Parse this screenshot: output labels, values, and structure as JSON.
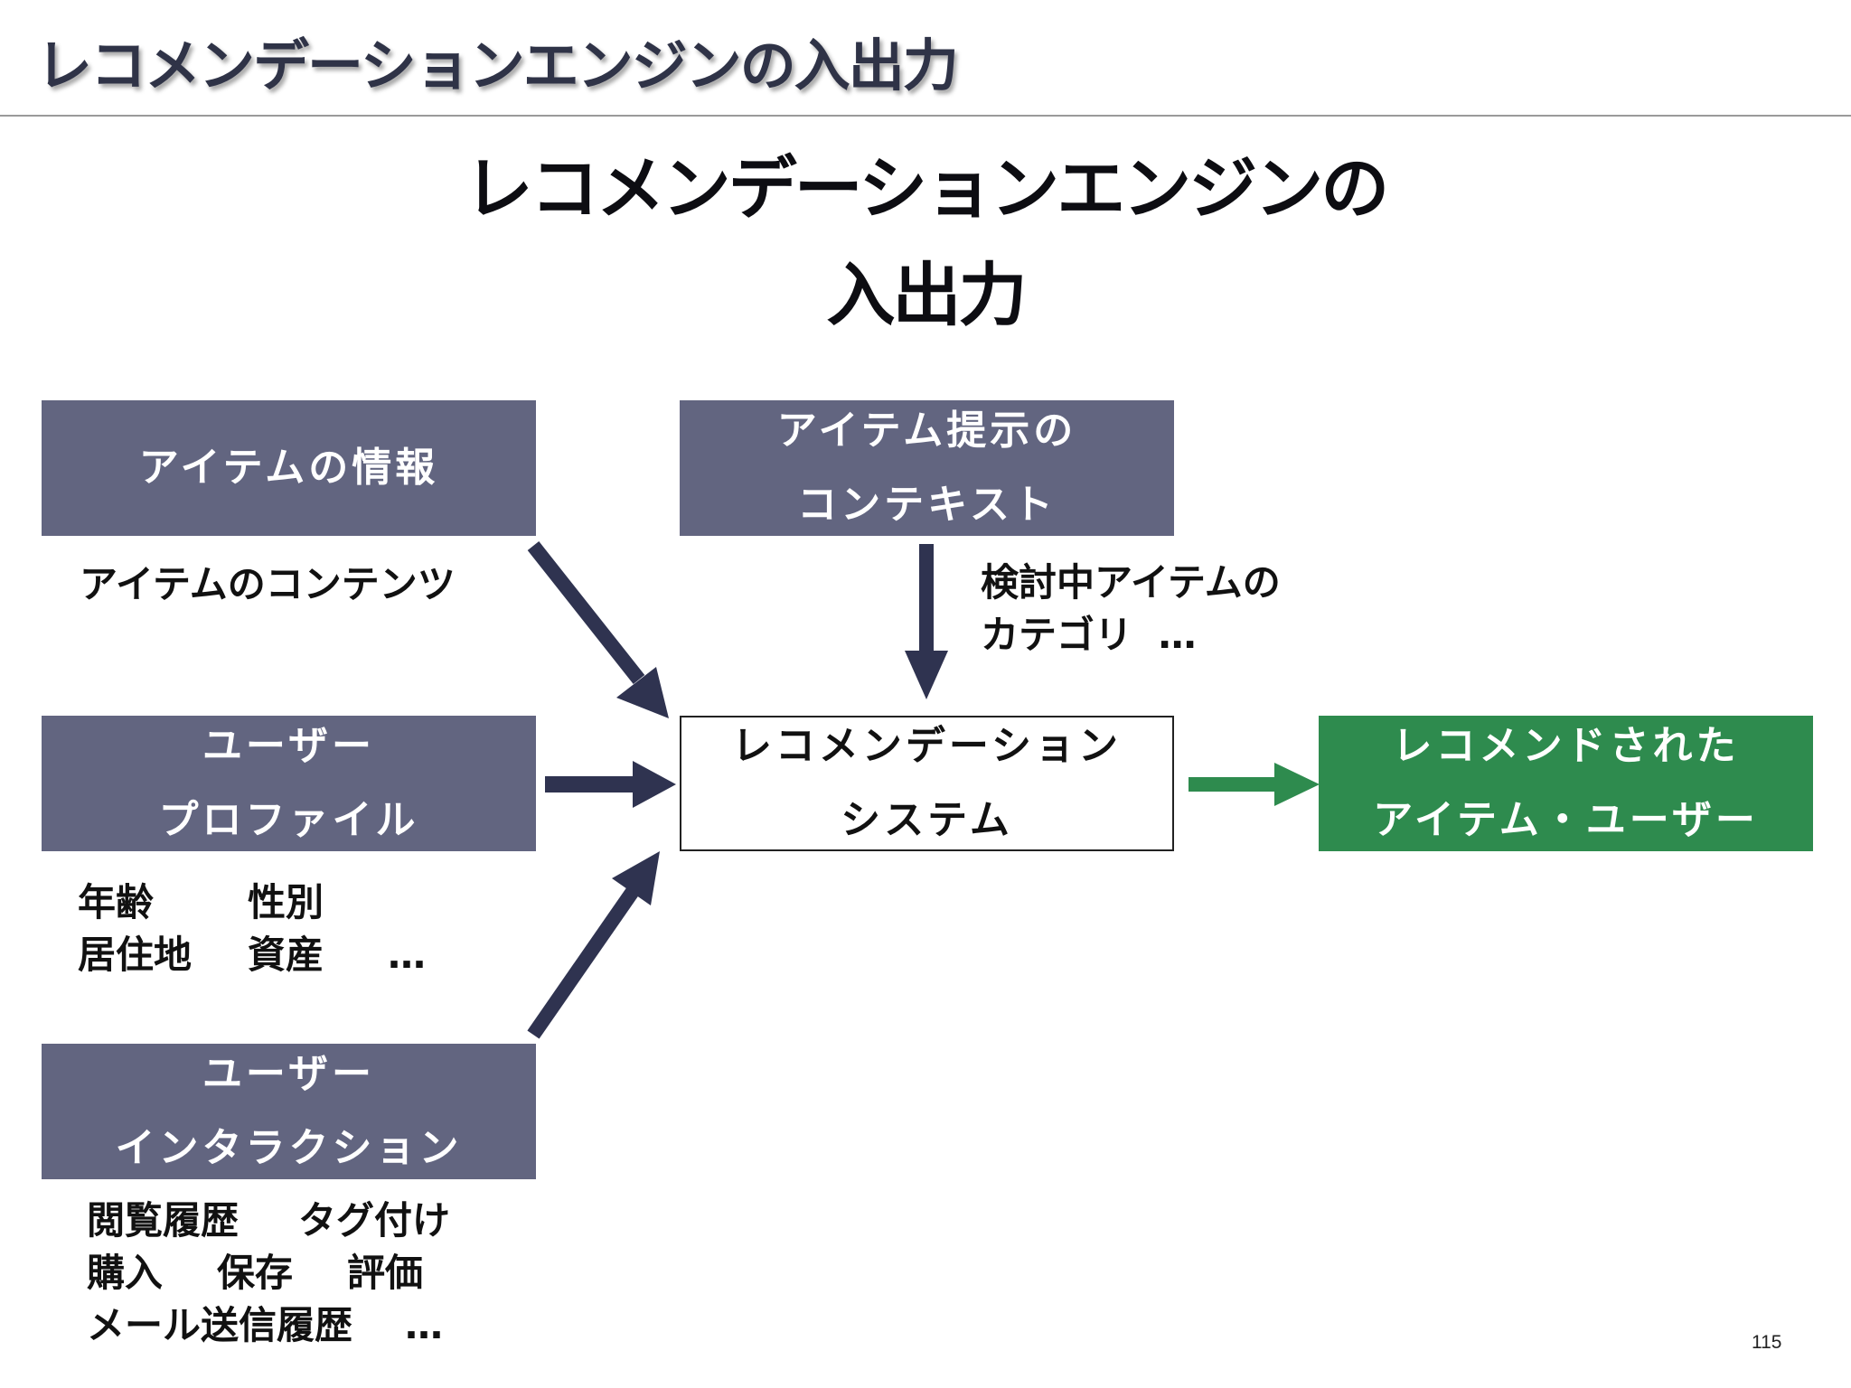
{
  "header": {
    "title": "レコメンデーションエンジンの入出力"
  },
  "diagram": {
    "title_line1": "レコメンデーションエンジンの",
    "title_line2": "入出力",
    "item_info": {
      "line1": "アイテムの情報",
      "note": "アイテムのコンテンツ"
    },
    "context": {
      "line1": "アイテム提示の",
      "line2": "コンテキスト",
      "note_line1": "検討中アイテムの",
      "note_line2": "カテゴリ",
      "note_ellipsis": "…"
    },
    "user_profile": {
      "line1": "ユーザー",
      "line2": "プロファイル",
      "note_row1": [
        "年齢",
        "性別"
      ],
      "note_row2": [
        "居住地",
        "資産",
        "…"
      ]
    },
    "user_interaction": {
      "line1": "ユーザー",
      "line2": "インタラクション",
      "note_row1": [
        "閲覧履歴",
        "タグ付け"
      ],
      "note_row2": [
        "購入",
        "保存",
        "評価"
      ],
      "note_row3": [
        "メール送信履歴",
        "…"
      ]
    },
    "system": {
      "line1": "レコメンデーション",
      "line2": "システム"
    },
    "output": {
      "line1": "レコメンドされた",
      "line2": "アイテム・ユーザー"
    }
  },
  "colors": {
    "input_box": "#626580",
    "output_box": "#2e8b4e",
    "arrow_input": "#2f3350",
    "arrow_output": "#2e8b4e"
  },
  "page_number": "115"
}
